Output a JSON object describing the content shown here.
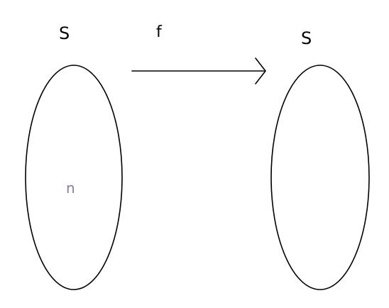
{
  "domain_set": {
    "label": "S"
  },
  "codomain_set": {
    "label": "S"
  },
  "mapping": {
    "label": "f"
  },
  "element": {
    "label": "n",
    "color": "#8a7f96"
  },
  "colors": {
    "stroke": "#000000",
    "background": "#ffffff"
  }
}
